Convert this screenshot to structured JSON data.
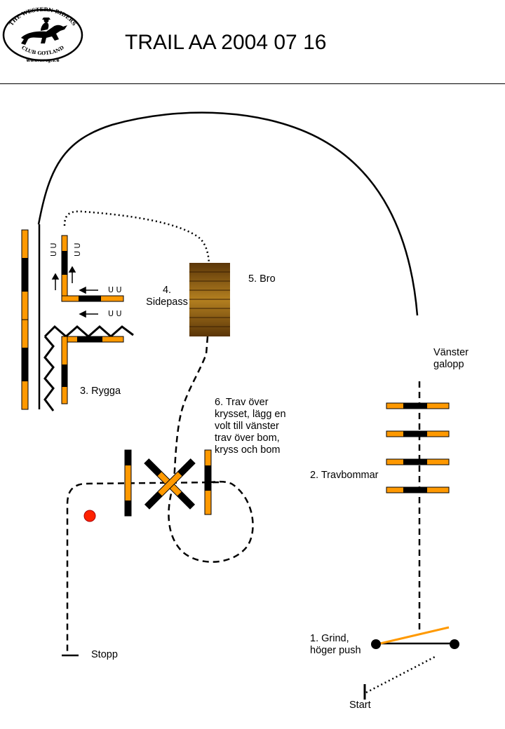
{
  "header": {
    "title": "TRAIL AA 2004 07 16",
    "logo_text_top": "THE WESTERN RIDERS",
    "logo_text_bottom": "CLUB GOTLAND",
    "logo_url_text": "www.wrcg.s.e"
  },
  "labels": {
    "grind_line1": "1. Grind,",
    "grind_line2": "höger push",
    "start": "Start",
    "travbommar": "2. Travbommar",
    "vanster_line1": "Vänster",
    "vanster_line2": "galopp",
    "rygga": "3. Rygga",
    "sidepass_line1": "4.",
    "sidepass_line2": "Sidepass",
    "bro": "5. Bro",
    "trav_line1": "6. Trav över",
    "trav_line2": "krysset, lägg en",
    "trav_line3": "volt till vänster",
    "trav_line4": "trav över bom,",
    "trav_line5": "kryss och bom",
    "stopp": "Stopp",
    "hoof_marks": "U U"
  },
  "colors": {
    "pole_orange": "#ff9900",
    "pole_black": "#000000",
    "gate_orange": "#ff9900",
    "bridge_wood": "#7a4d10",
    "bridge_highlight": "#b48020",
    "marker_red": "#ff2200"
  },
  "icons": {
    "logo": "horse-rider-logo",
    "arrows": "arrow-icon",
    "hooves": "hoof-print-icon"
  }
}
